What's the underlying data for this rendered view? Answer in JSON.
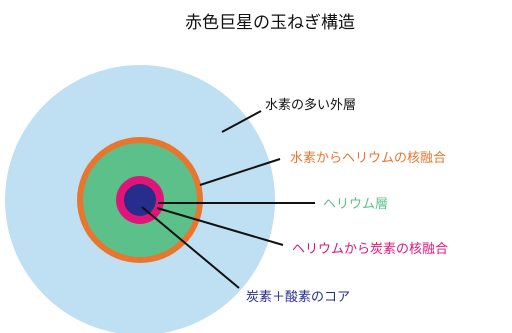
{
  "title": "赤色巨星の玉ねぎ構造",
  "layers": [
    {
      "label": "水素の多い外層",
      "color": "#bfe0f2",
      "text_color": "#111111"
    },
    {
      "label": "水素からヘリウムの核融合",
      "color": "#e8762e",
      "text_color": "#e8762e"
    },
    {
      "label": "ヘリウム層",
      "color": "#5cc08a",
      "text_color": "#5cc08a"
    },
    {
      "label": "ヘリウムから炭素の核融合",
      "color": "#e0157a",
      "text_color": "#e0157a"
    },
    {
      "label": "炭素＋酸素のコア",
      "color": "#262d8a",
      "text_color": "#262d8a"
    }
  ],
  "colors": {
    "leader_line": "#111111"
  }
}
